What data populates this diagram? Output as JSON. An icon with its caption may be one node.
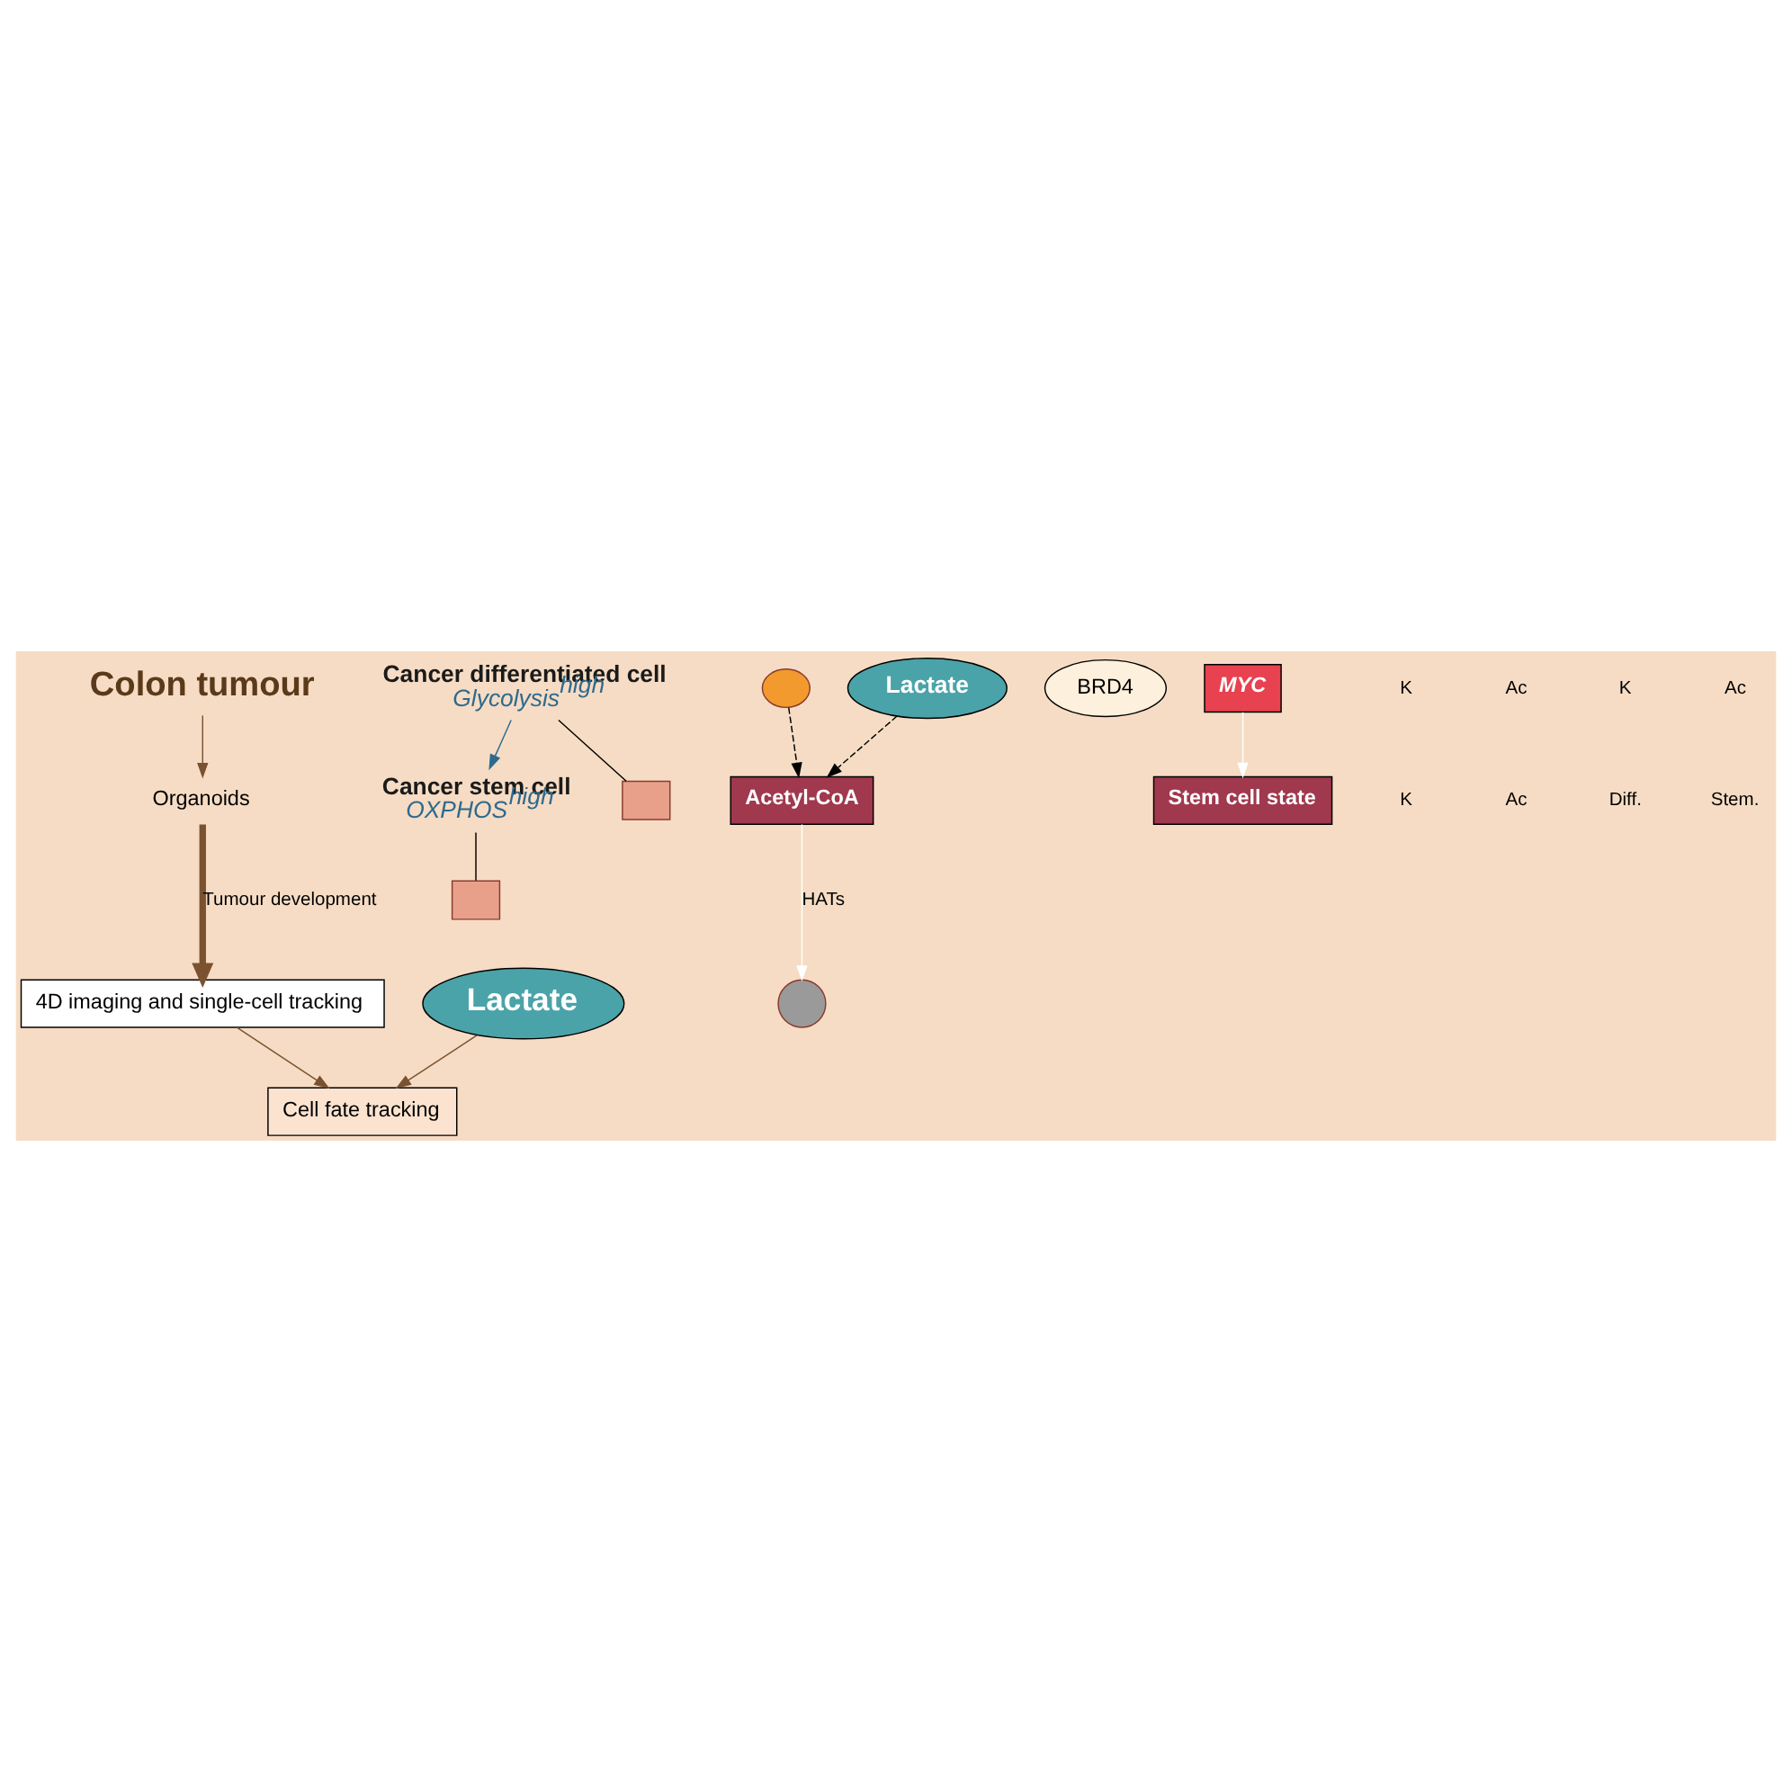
{
  "diagram": {
    "nodes": [
      {
        "text": [
          "Colon tumour"
        ]
      },
      {
        "text": [
          "Organoids"
        ]
      },
      {
        "text": [
          "4D imaging and single-cell tracking"
        ]
      },
      {
        "text": [
          "Cell fate tracking"
        ]
      },
      {
        "text": [
          "Lactate"
        ]
      },
      {
        "text": [
          "Cancer differentiated cell",
          "Glycolysis$^{high}$"
        ]
      },
      {
        "text": [
          "Cancer stem cell",
          "OXPHOS$^{high}$"
        ]
      },
      {
        "text": [],
        "shape": "box"
      },
      {
        "text": [],
        "shape": "box"
      },
      {
        "text": [],
        "shape": "ellipse"
      },
      {
        "text": [
          "Lactate"
        ]
      },
      {
        "text": [
          "Acetyl-CoA"
        ]
      },
      {
        "text": [
          "BRD4"
        ]
      },
      {
        "text": [],
        "shape": "circle"
      },
      {
        "text": [
          "MYC"
        ]
      },
      {
        "text": [
          "Stem cell state"
        ]
      }
    ],
    "edges": [
      {
        "from": 0,
        "to": 1,
        "arrow": "to"
      },
      {
        "from": 1,
        "to": 2,
        "arrow": "to",
        "label": "Tumour development",
        "style": "thick"
      },
      {
        "from": 2,
        "to": 3,
        "arrow": "to"
      },
      {
        "from": 4,
        "to": 3,
        "arrow": "to"
      },
      {
        "from": 5,
        "to": 6,
        "arrow": "to",
        "color": "#2e6a8e"
      },
      {
        "from": 5,
        "to": 7,
        "arrow": "none",
        "color": "#000000"
      },
      {
        "from": 6,
        "to": 8,
        "arrow": "none",
        "color": "#000000"
      },
      {
        "from": 9,
        "to": 11,
        "arrow": "to",
        "style": "dashed",
        "color": "#000000"
      },
      {
        "from": 10,
        "to": 11,
        "arrow": "to",
        "style": "dashed",
        "color": "#000000"
      },
      {
        "from": 11,
        "to": 13,
        "arrow": "to",
        "label": "HATs",
        "color": "#ffffff"
      },
      {
        "from": 14,
        "to": 15,
        "arrow": "to",
        "color": "#ffffff"
      }
    ],
    "labels": [
      "K",
      "Ac",
      "K",
      "Ac",
      "K",
      "Ac",
      "Diff.",
      "Stem."
    ]
  }
}
